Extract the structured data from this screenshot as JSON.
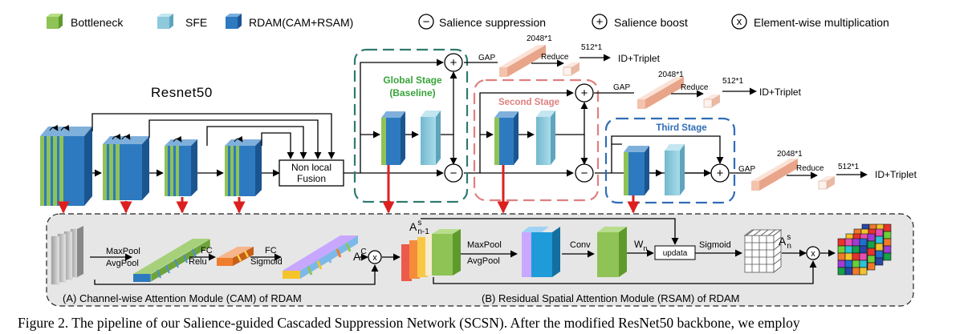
{
  "legend": {
    "bottleneck": "Bottleneck",
    "sfe": "SFE",
    "rdam": "RDAM(CAM+RSAM)",
    "suppression_symbol": "−",
    "suppression": "Salience suppression",
    "boost_symbol": "+",
    "boost": "Salience boost",
    "multiply_symbol": "x",
    "multiply": "Element-wise multiplication"
  },
  "backbone": {
    "title": "Resnet50",
    "fusion_line1": "Non local",
    "fusion_line2": "Fusion"
  },
  "stages": {
    "global_line1": "Global Stage",
    "global_line2": "(Baseline)",
    "second": "Second Stage",
    "third": "Third Stage"
  },
  "heads": {
    "gap": "GAP",
    "reduce": "Reduce",
    "dim_2048": "2048*1",
    "dim_512": "512*1",
    "output": "ID+Triplet"
  },
  "cam": {
    "maxpool": "MaxPool",
    "avgpool": "AvgPool",
    "fc1": "FC",
    "relu": "Relu",
    "fc2": "FC",
    "sigmoid": "Sigmoid",
    "attn_main": "A",
    "attn_sup": "C",
    "caption": "(A) Channel-wise  Attention Module (CAM) of RDAM"
  },
  "rsam": {
    "input_main": "A",
    "input_sup": "s",
    "input_sub": "n-1",
    "maxpool": "MaxPool",
    "avgpool": "AvgPool",
    "conv": "Conv",
    "weight_main": "W",
    "weight_sub": "n",
    "update": "updata",
    "sigmoid": "Sigmoid",
    "out_main": "A",
    "out_sup": "s",
    "out_sub": "n",
    "caption": "(B) Residual Spatial Attention Module (RSAM) of RDAM"
  },
  "figure_caption": "Figure 2. The pipeline of our Salience-guided Cascaded Suppression Network (SCSN). After the modified ResNet50 backbone, we employ",
  "colors": {
    "bottleneck_green": "#8fc356",
    "sfe_cyan": "#8ec9dc",
    "rdam_blue": "#2e7ac0",
    "global_stage": "#2f7a6e",
    "second_stage": "#e07f7f",
    "third_stage": "#2f6db5",
    "attention_arrow": "#dd1f1f",
    "head_bar": "#f3c3ad",
    "module_panel": "#e6e6e6"
  }
}
